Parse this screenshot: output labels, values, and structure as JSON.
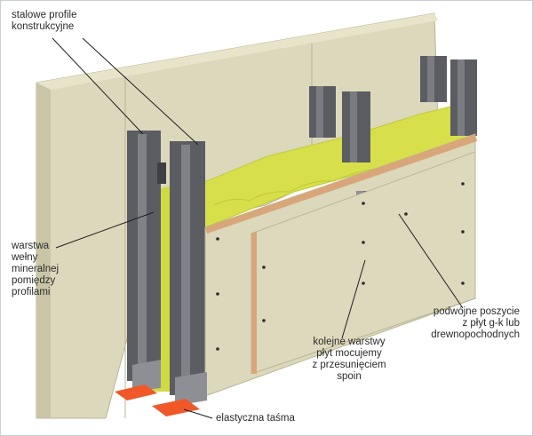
{
  "labels": {
    "profiles": [
      "stalowe profile",
      "konstrukcyjne"
    ],
    "wool": [
      "warstwa",
      "wełny",
      "mineralnej",
      "pomiędzy",
      "profilami"
    ],
    "layers": [
      "kolejne warstwy",
      "płyt mocujemy",
      "z przesunięciem",
      "spoin"
    ],
    "cladding": [
      "podwójne poszycie",
      "z płyt g-k lub",
      "drewnopochodnych"
    ],
    "tape": [
      "elastyczna taśma"
    ]
  },
  "colors": {
    "board": "#dcd8bb",
    "board_shade": "#c9c5a6",
    "board_edge": "#d9a67a",
    "wool": "#d7e04a",
    "steel": "#5b5d62",
    "tape": "#f0582a",
    "leader": "#1e1e1e"
  }
}
